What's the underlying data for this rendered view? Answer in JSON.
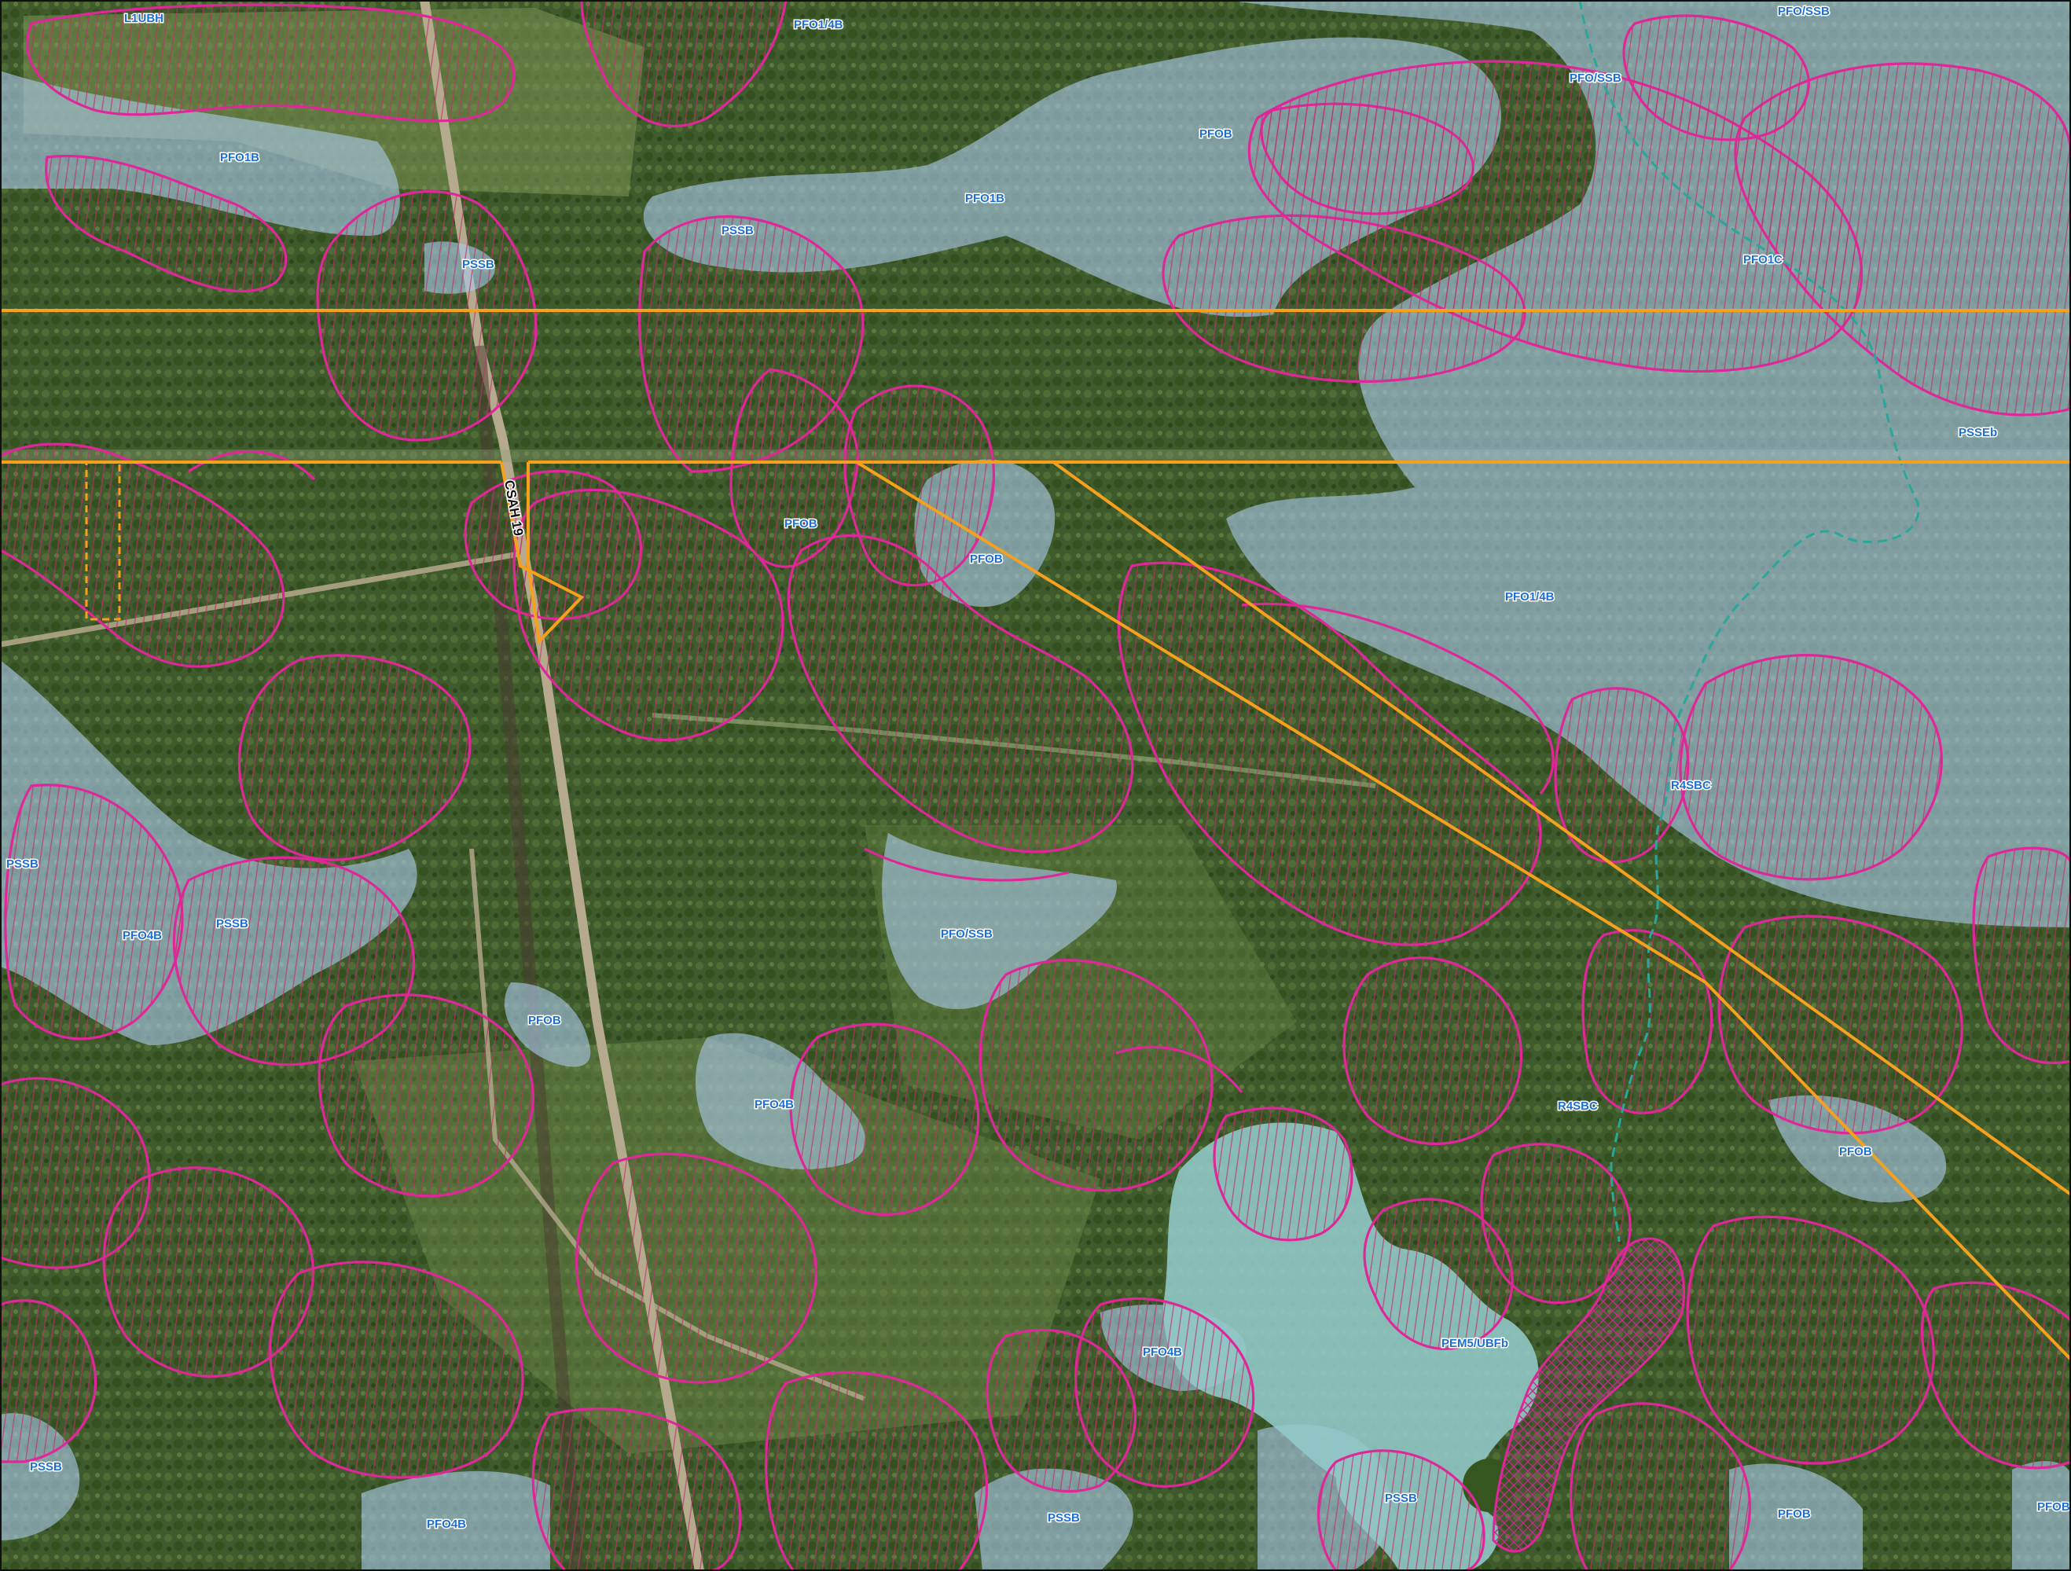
{
  "map": {
    "colors": {
      "forest": "#3f5a2c",
      "wetland_fill": "#a9c6e6",
      "open_water": "#93c9c9",
      "wetland_outline": "#e0279a",
      "hatch": "#c0306a",
      "corridor": "#f5a11d",
      "stream": "#2aa79b",
      "label": "#1e6fd0"
    },
    "road_label": "CSAH 19",
    "labels": {
      "l1ubh": "L1UBH",
      "pfo1_4b_top": "PFO1/4B",
      "pfo_ssb_topright": "PFO/SSB",
      "pfo_ssb_right": "PFO/SSB",
      "pfo1b_left": "PFO1B",
      "pfo1b_center": "PFO1B",
      "pfob_top": "PFOB",
      "pssb_center_top": "PSSB",
      "pssb_road": "PSSB",
      "pfo1c": "PFO1C",
      "pssbe": "PSSEb",
      "pfob_mid1": "PFOB",
      "pfob_mid2": "PFOB",
      "pfo1_4b_right": "PFO1/4B",
      "r4sbc_top": "R4SBC",
      "pssb_left": "PSSB",
      "pfo4b_left": "PFO4B",
      "pssb_left2": "PSSB",
      "pfo_ssb_mid": "PFO/SSB",
      "pfob_lower": "PFOB",
      "pfo4b_mid": "PFO4B",
      "r4sbc_bottom": "R4SBC",
      "pfob_right": "PFOB",
      "pfo4b_bottom": "PFO4B",
      "pem5_ubfb": "PEM5/UBFb",
      "pssb_bottom_left": "PSSB",
      "pfo4b_bottom_left": "PFO4B",
      "pssb_bottom_center": "PSSB",
      "pssb_bottom": "PSSB",
      "pfob_bottom_right": "PFOB",
      "pfob_edge": "PFOB"
    }
  }
}
